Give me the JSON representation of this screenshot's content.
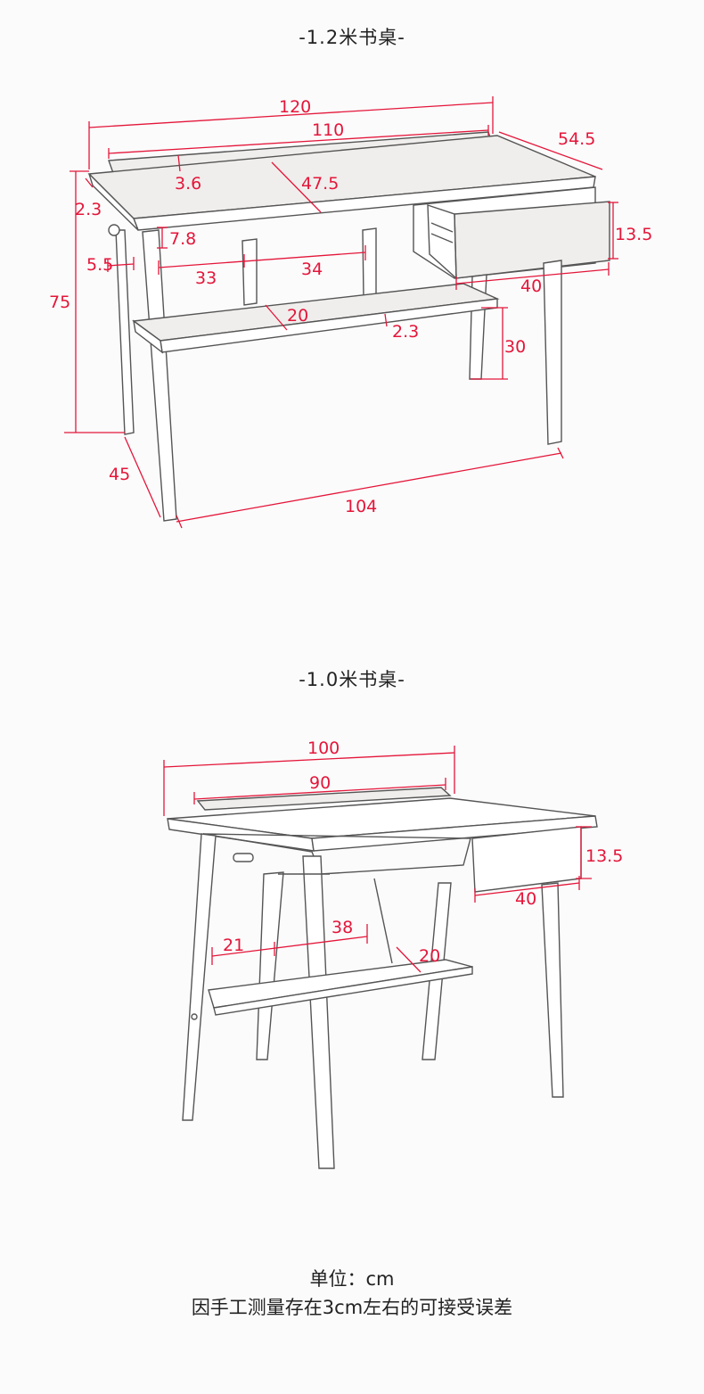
{
  "desk_120": {
    "title": "-1.2米书桌-",
    "dims": {
      "width": "120",
      "top_shelf": "110",
      "depth": "54.5",
      "board_h": "3.6",
      "inner": "47.5",
      "top_thick": "2.3",
      "drawer_h": "13.5",
      "apron": "7.8",
      "leg_gap": "5.5",
      "height": "75",
      "span_left": "33",
      "span_mid": "34",
      "drawer_w": "40",
      "shelf_depth": "20",
      "shelf_thick": "2.3",
      "shelf_h": "30",
      "side_depth": "45",
      "floor_len": "104"
    }
  },
  "desk_100": {
    "title": "-1.0米书桌-",
    "dims": {
      "width": "100",
      "top_shelf": "90",
      "drawer_h": "13.5",
      "drawer_w": "40",
      "span_left": "21",
      "span_mid": "38",
      "shelf_depth": "20"
    }
  },
  "footer": {
    "unit": "单位：cm",
    "note": "因手工测量存在3cm左右的可接受误差"
  }
}
